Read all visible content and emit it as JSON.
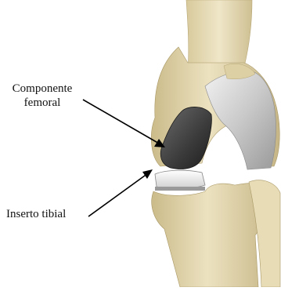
{
  "labels": {
    "femoral_line1": "Componente",
    "femoral_line2": "femoral",
    "tibial": "Inserto tibial"
  },
  "colors": {
    "bone": "#e3d6ad",
    "bone_shadow": "#b8a778",
    "implant_metal": "#c8c8c8",
    "implant_dark": "#3a3a3a",
    "arrow": "#000000"
  }
}
